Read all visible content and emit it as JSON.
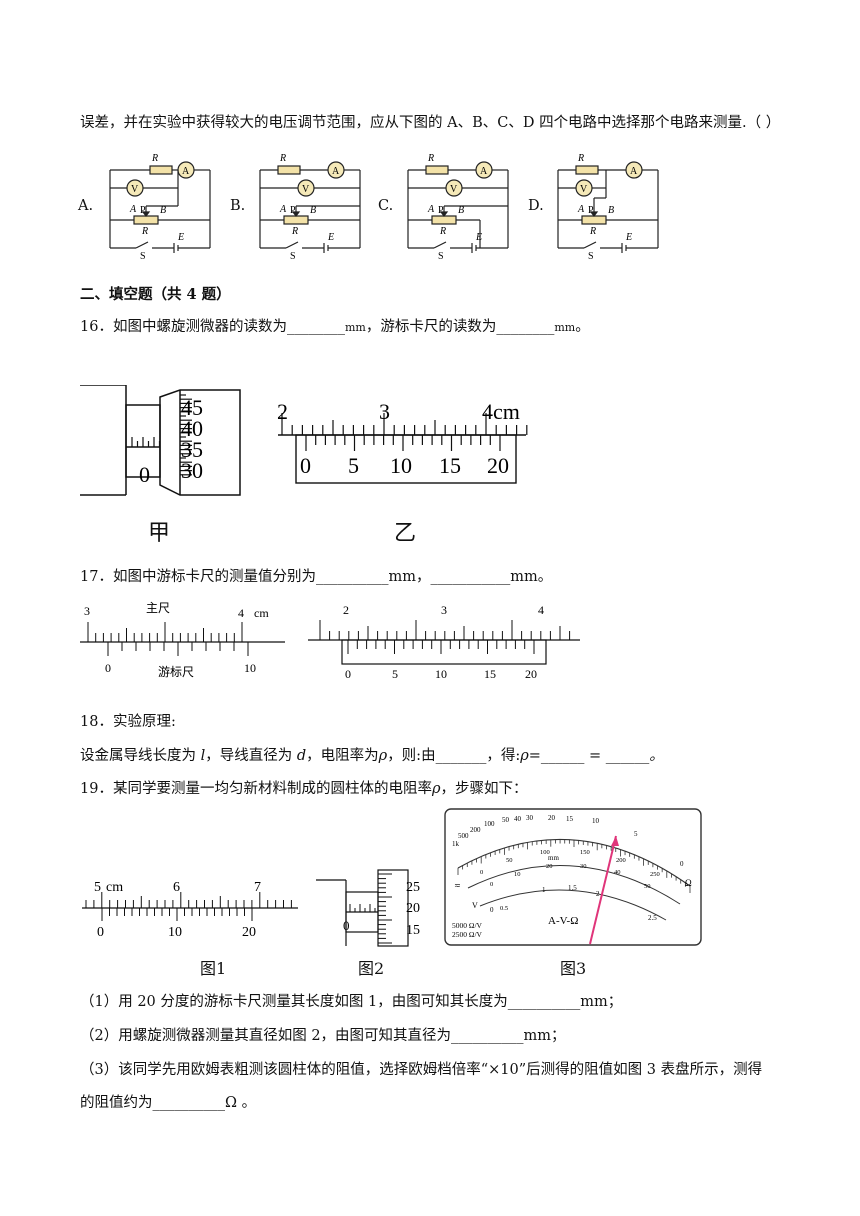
{
  "intro_line": "误差，并在实验中获得较大的电压调节范围，应从下图的 A、B、C、D 四个电路中选择那个电路来测量.（    ）",
  "circuits": [
    {
      "option": "A."
    },
    {
      "option": "B."
    },
    {
      "option": "C."
    },
    {
      "option": "D."
    }
  ],
  "circuit_labels": {
    "rx": "R",
    "rx_sub": "x",
    "ammeter": "A",
    "voltmeter": "V",
    "p": "P",
    "a": "A",
    "b": "B",
    "r": "R",
    "e": "E",
    "s": "S"
  },
  "section_title": "二、填空题（共 4 题）",
  "q16": {
    "text_a": "16．如图中螺旋测微器的读数为________",
    "unit1": "mm",
    "text_b": "，游标卡尺的读数为________",
    "unit2": "mm",
    "text_c": "。",
    "micrometer": {
      "thimble_ticks": [
        "45",
        "40",
        "35",
        "30"
      ],
      "sleeve_zero": "0",
      "caption": "甲"
    },
    "caliper": {
      "main_ticks": [
        "2",
        "3",
        "4cm"
      ],
      "vernier_ticks": [
        "0",
        "5",
        "10",
        "15",
        "20"
      ],
      "caption": "乙"
    }
  },
  "q17": {
    "text": "17．如图中游标卡尺的测量值分别为__________mm，___________mm。",
    "left": {
      "main_ticks": [
        "3",
        "4"
      ],
      "unit": "cm",
      "main_label": "主尺",
      "vernier_label": "游标尺",
      "vernier_ticks": [
        "0",
        "10"
      ]
    },
    "right": {
      "main_ticks": [
        "2",
        "3",
        "4"
      ],
      "vernier_ticks": [
        "0",
        "5",
        "10",
        "15",
        "20"
      ]
    }
  },
  "q18": {
    "title": "18．实验原理:",
    "text_a": "设金属导线长度为 ",
    "var_l": "l",
    "text_b": "，导线直径为 ",
    "var_d": "d",
    "text_c": "，电阻率为",
    "var_rho": "ρ",
    "text_d": "，则:由_______，得:",
    "text_e": "ρ=______ = ______。"
  },
  "q19": {
    "text_a": "19．某同学要测量一均匀新材料制成的圆柱体的电阻率",
    "var_rho": "ρ",
    "text_b": "，步骤如下：",
    "fig1": {
      "main_ticks": [
        "5",
        "6",
        "7"
      ],
      "unit": "cm",
      "vernier_ticks": [
        "0",
        "10",
        "20"
      ],
      "caption": "图1"
    },
    "fig2": {
      "thimble_ticks": [
        "25",
        "20",
        "15"
      ],
      "sleeve_zero": "0",
      "caption": "图2"
    },
    "fig3": {
      "caption": "图3",
      "ohm_scale": [
        "1k",
        "500",
        "200",
        "100",
        "50",
        "40",
        "30",
        "20",
        "15",
        "10",
        "5",
        "0"
      ],
      "ohm_symbol": "Ω",
      "dc_scale": [
        "0",
        "50",
        "100",
        "150",
        "200",
        "250"
      ],
      "mid_scale": [
        "0",
        "10",
        "20",
        "30",
        "40",
        "50"
      ],
      "ac_scale": [
        "0",
        "0.5",
        "1",
        "1.5",
        "2",
        "2.5"
      ],
      "mid_label": "mm",
      "brand": "A-V-Ω",
      "spec1": "5000  Ω/V",
      "spec2": "2500  Ω/V",
      "dc_symbol": "V",
      "ac_symbol": "≂"
    },
    "p1": "（1）用 20 分度的游标卡尺测量其长度如图 1，由图可知其长度为__________mm；",
    "p2": "（2）用螺旋测微器测量其直径如图 2，由图可知其直径为__________mm；",
    "p3": "（3）该同学先用欧姆表粗测该圆柱体的阻值，选择欧姆档倍率“×10”后测得的阻值如图 3 表盘所示，测得",
    "p4": "的阻值约为__________Ω 。"
  }
}
